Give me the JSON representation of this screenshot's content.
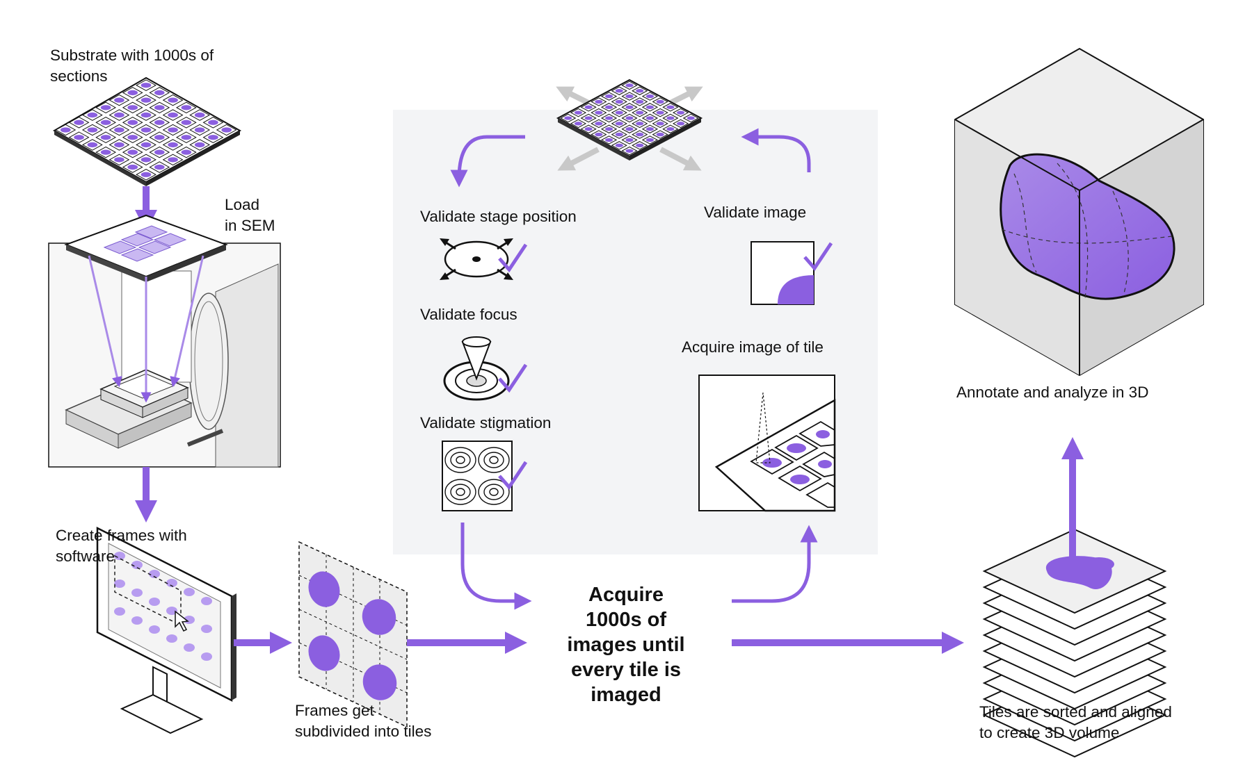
{
  "labels": {
    "substrate": [
      "Substrate with 1000s of",
      "sections"
    ],
    "load": [
      "Load",
      "in SEM"
    ],
    "create_frames": [
      "Create frames with",
      "software"
    ],
    "frames_tiles": [
      "Frames get",
      "subdivided into tiles"
    ],
    "validate_stage": "Validate stage position",
    "validate_focus": "Validate focus",
    "validate_stigmation": "Validate stigmation",
    "validate_image": "Validate image",
    "acquire_tile": "Acquire image of tile",
    "acquire_1000s": [
      "Acquire",
      "1000s of",
      "images until",
      "every tile is",
      "imaged"
    ],
    "annotate": "Annotate and analyze in 3D",
    "tiles_sorted": [
      "Tiles are sorted and aligned",
      "to create 3D volume"
    ]
  },
  "colors": {
    "accent": "#8b5fe0",
    "accent_light": "#a98ae8",
    "panel": "#f3f4f6",
    "stroke": "#111111",
    "gray": "#bfbfbf"
  },
  "icons": [
    "substrate-grid-icon",
    "sem-chamber-icon",
    "monitor-icon",
    "tile-grid-icon",
    "stage-position-icon",
    "focus-cone-icon",
    "stigmation-icon",
    "check-icon",
    "image-corner-icon",
    "tile-acquire-icon",
    "section-stack-icon",
    "volume-cube-icon"
  ]
}
